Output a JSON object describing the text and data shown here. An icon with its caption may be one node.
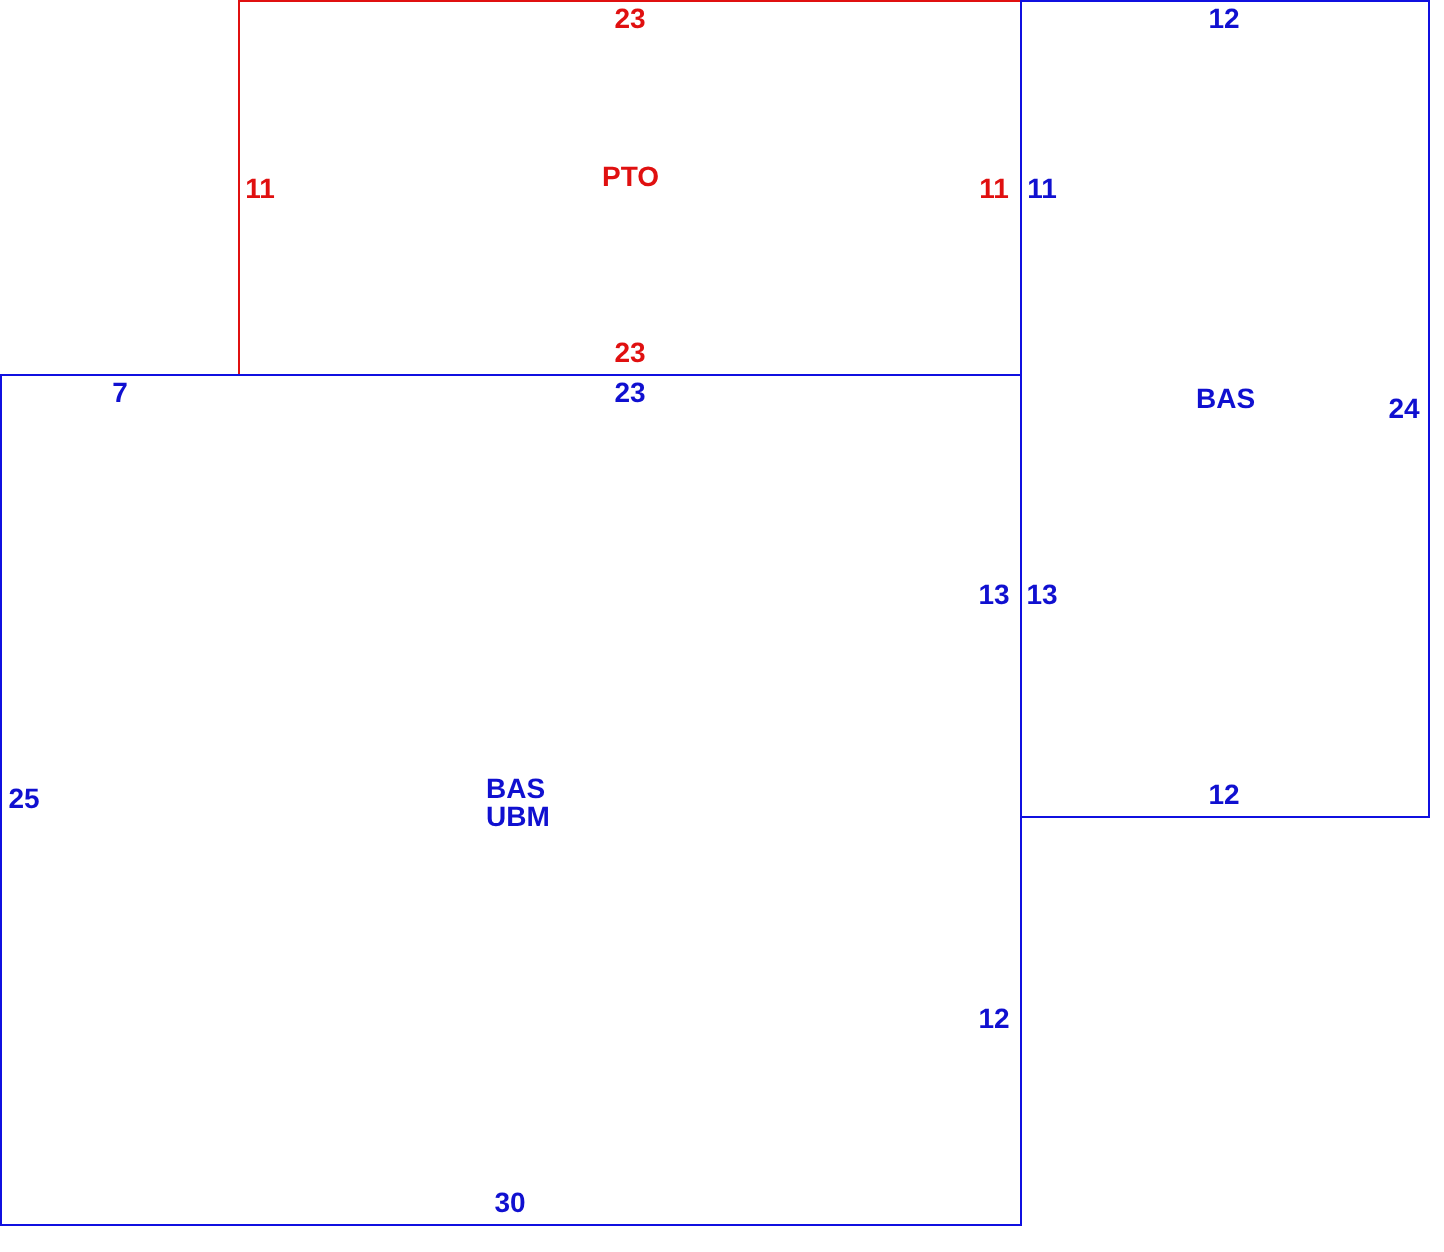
{
  "diagram": {
    "nodes": [
      {
        "text": [
          "23",
          "11",
          "PTO",
          "11",
          "23"
        ]
      },
      {
        "text": [
          "12",
          "11",
          "BAS",
          "24",
          "13",
          "12"
        ]
      },
      {
        "text": [
          "7",
          "23",
          "13",
          "25",
          "BAS UBM",
          "12",
          "30"
        ]
      }
    ]
  }
}
